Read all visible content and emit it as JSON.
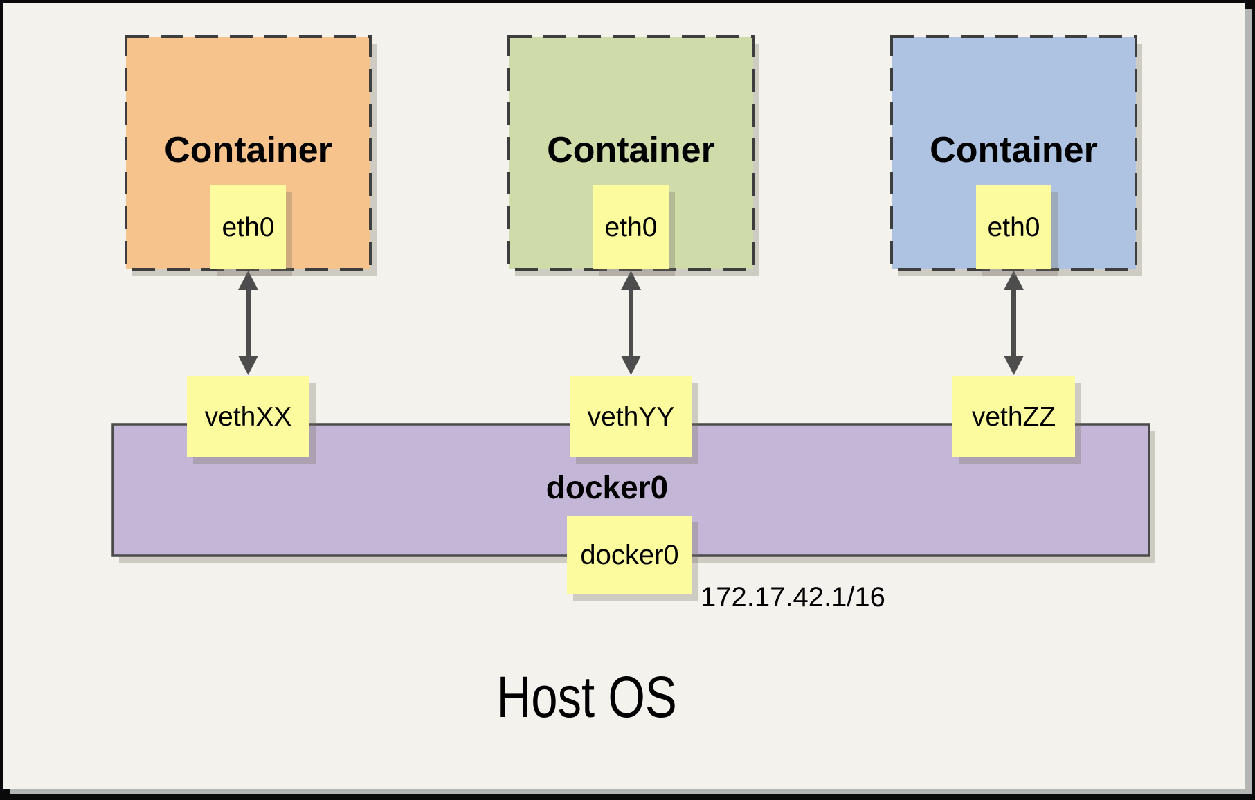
{
  "diagram": {
    "host_label": "Host OS",
    "containers": [
      {
        "label": "Container",
        "interface": "eth0",
        "veth": "vethXX",
        "fill": "#F7C38C"
      },
      {
        "label": "Container",
        "interface": "eth0",
        "veth": "vethYY",
        "fill": "#CFDCAA"
      },
      {
        "label": "Container",
        "interface": "eth0",
        "veth": "vethZZ",
        "fill": "#AEC3E2"
      }
    ],
    "bridge": {
      "label": "docker0",
      "interface": "docker0",
      "ip": "172.17.42.1/16",
      "fill": "#C3B6D6",
      "border": "#4A4A4A"
    },
    "colors": {
      "background": "#F4F2EC",
      "frame": "#0A0A0A",
      "note_yellow": "#FCFC9E",
      "dash_border": "#3E3E3E",
      "arrow": "#4D4D4D",
      "shadow": "rgba(120,112,100,0.30)"
    }
  }
}
